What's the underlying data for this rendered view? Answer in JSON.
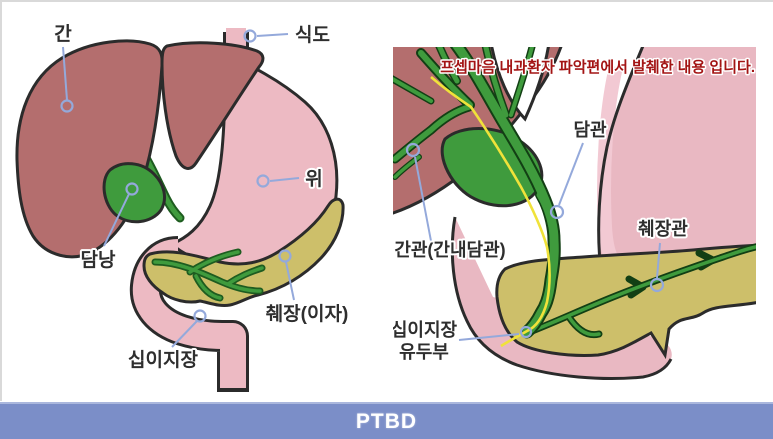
{
  "illustration": {
    "left_panel": {
      "labels": {
        "liver": "간",
        "esophagus": "식도",
        "stomach": "위",
        "gallbladder": "담낭",
        "pancreas": "췌장(이자)",
        "duodenum": "십이지장"
      }
    },
    "right_panel": {
      "source_note": "프셉마음 내과환자 파악편에서 발췌한 내용 입니다.",
      "labels": {
        "bile_duct": "담관",
        "hepatic_duct": "간관(간내담관)",
        "pancreatic_duct": "췌장관",
        "duodenal_papilla_line1": "십이지장",
        "duodenal_papilla_line2": "유두부"
      }
    },
    "footer": {
      "title": "PTBD"
    },
    "colors": {
      "liver": "#b46e6e",
      "stomach_pink": "#e9b8c2",
      "pancreas_olive": "#cdbf6a",
      "duct_green": "#3f9b3d",
      "outline": "#2b2b2b",
      "pointer_blue": "#94a9db",
      "guidewire_yellow": "#f0e23a",
      "note_red": "#a31414",
      "footer_bar": "#7b8ec8"
    }
  }
}
